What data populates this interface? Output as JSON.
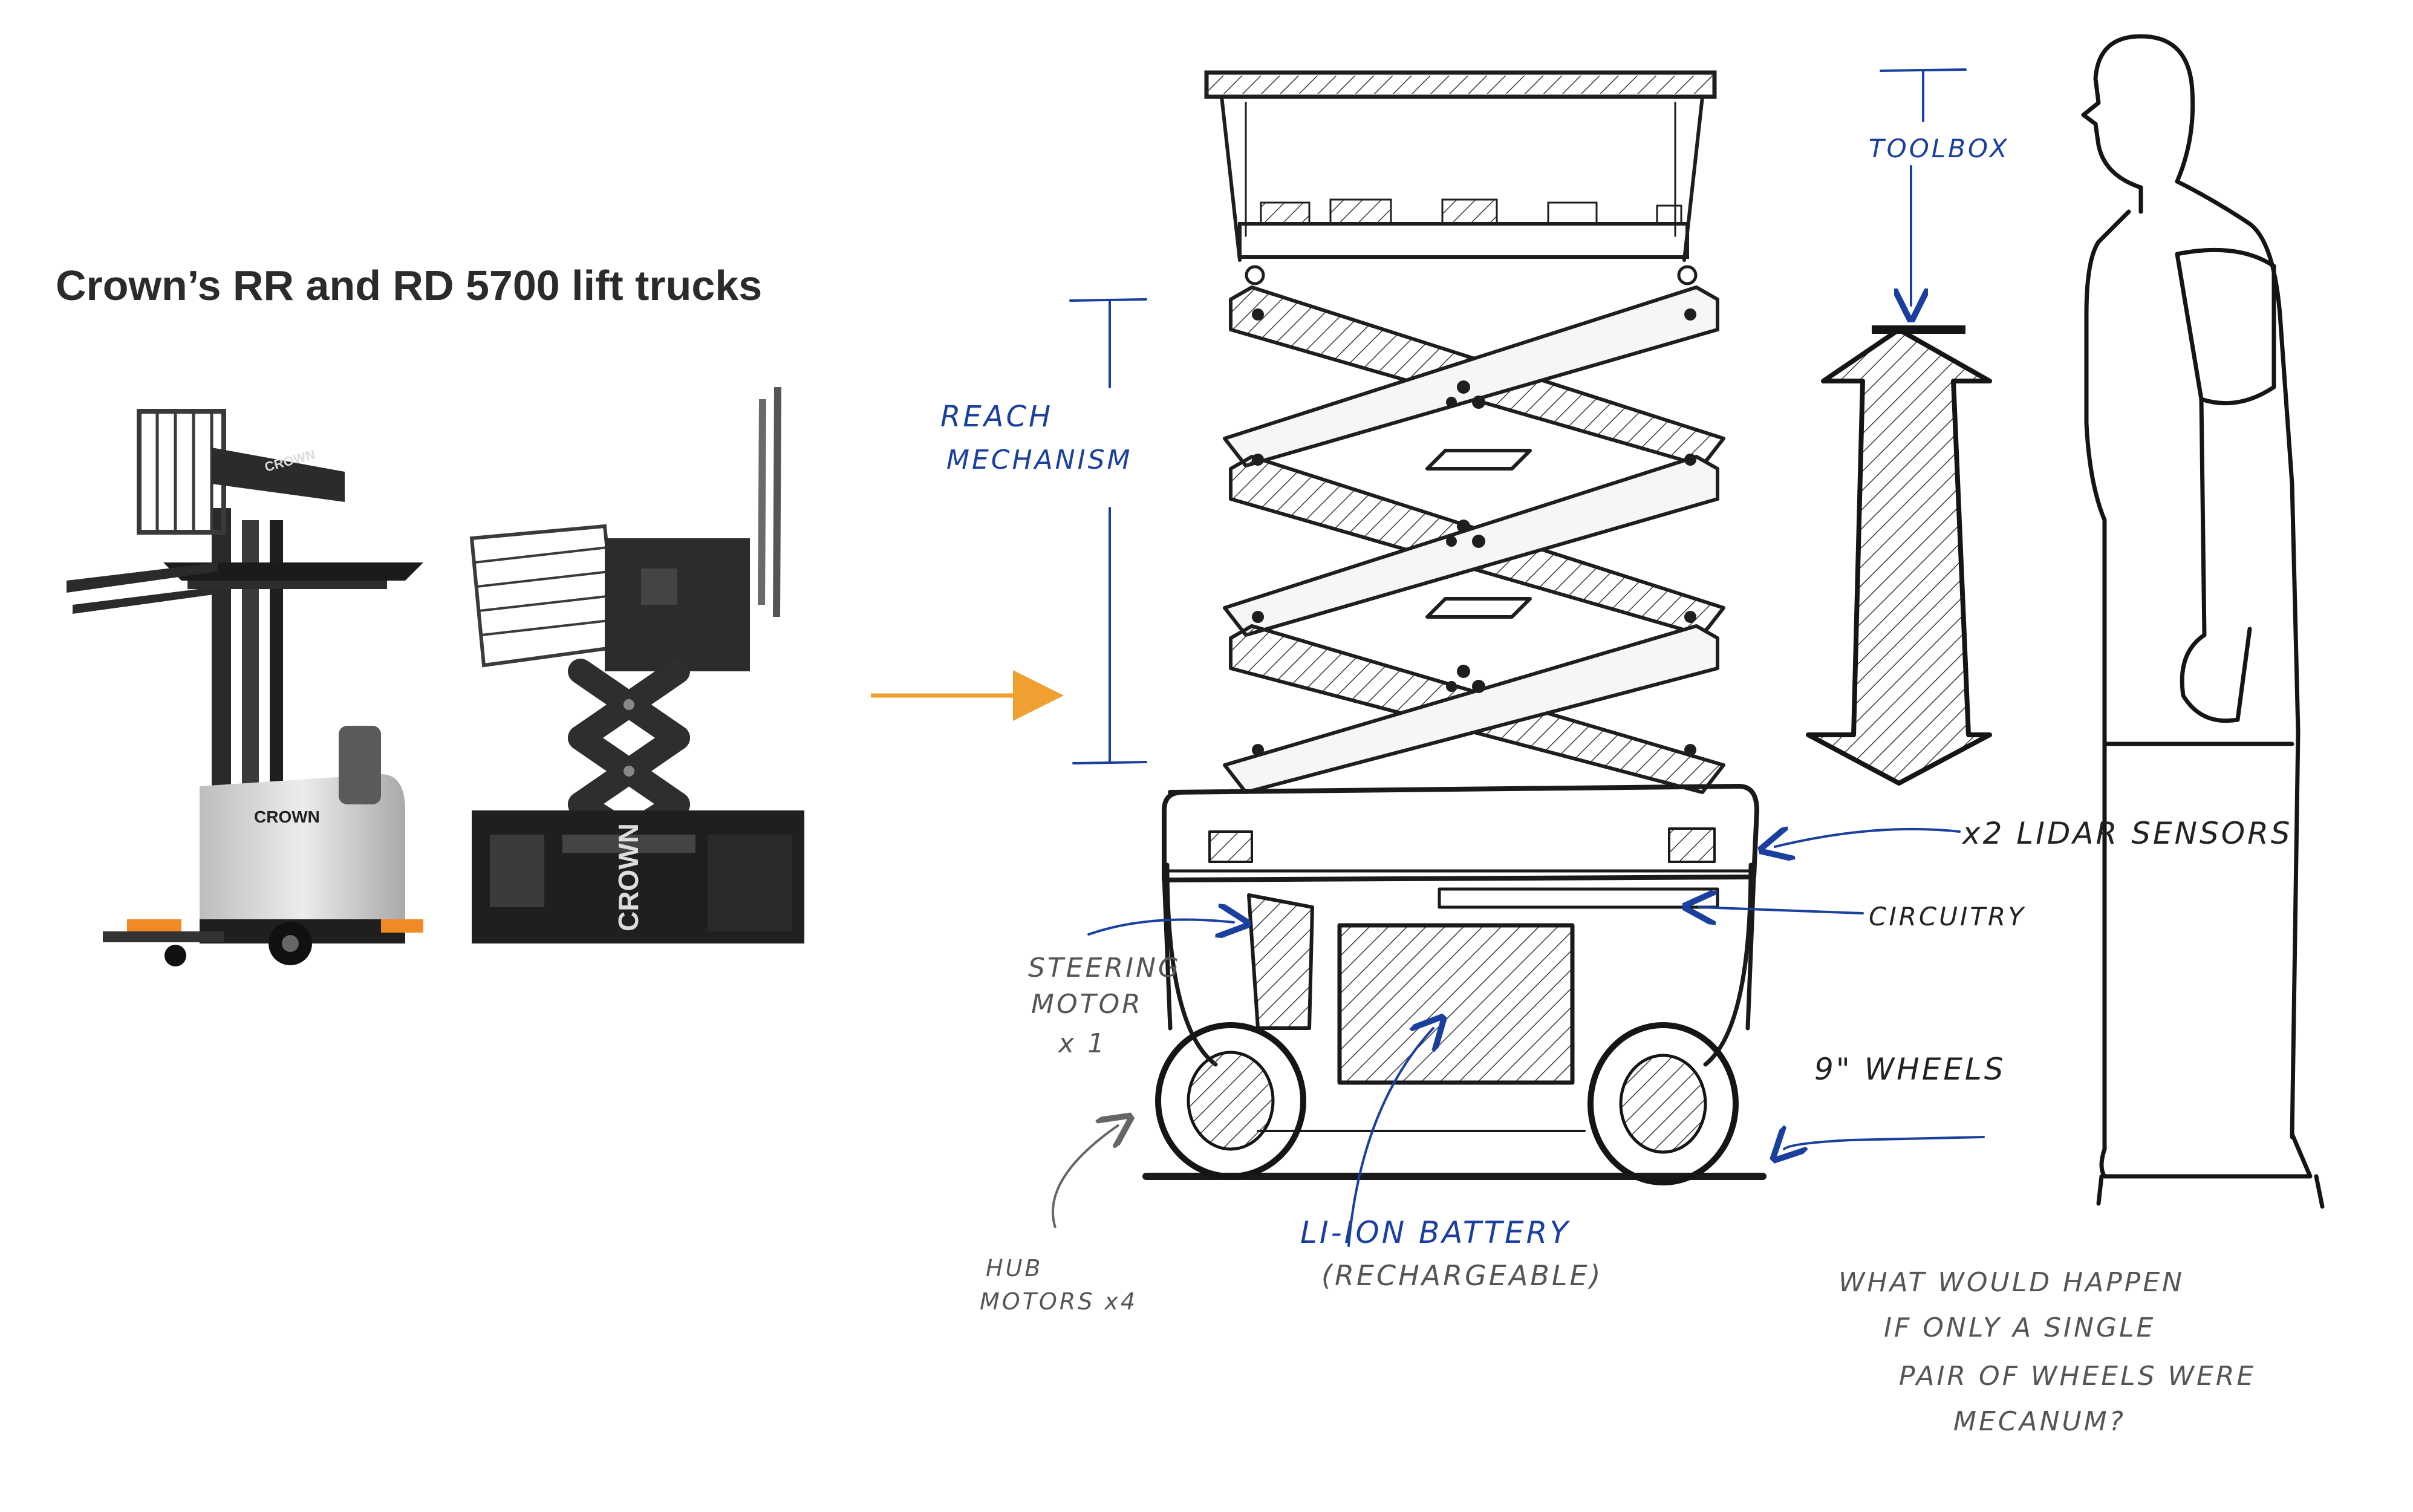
{
  "title": "Crown’s RR and RD 5700 lift trucks",
  "photos": {
    "left_truck_brand": "CROWN",
    "right_truck_brand": "CROWN"
  },
  "colors": {
    "arrow": "#f0a030",
    "annotation_blue": "#1a3f9e",
    "pencil": "#222222",
    "truck_body": "#d8d8d8",
    "truck_accent": "#f08a24"
  },
  "annotations": {
    "reach_1": "REACH",
    "reach_2": "MECHANISM",
    "toolbox": "TOOLBOX",
    "lidar": "x2 LIDAR SENSORS",
    "circuitry": "CIRCUITRY",
    "steering_1": "STEERING",
    "steering_2": "MOTOR",
    "steering_3": "x 1",
    "wheels": "9\" WHEELS",
    "hub_1": "HUB",
    "hub_2": "MOTORS x4",
    "battery_1": "LI-ION BATTERY",
    "battery_2": "(RECHARGEABLE)",
    "question_1": "WHAT WOULD HAPPEN",
    "question_2": "IF ONLY A SINGLE",
    "question_3": "PAIR OF WHEELS WERE",
    "question_4": "MECANUM?"
  }
}
